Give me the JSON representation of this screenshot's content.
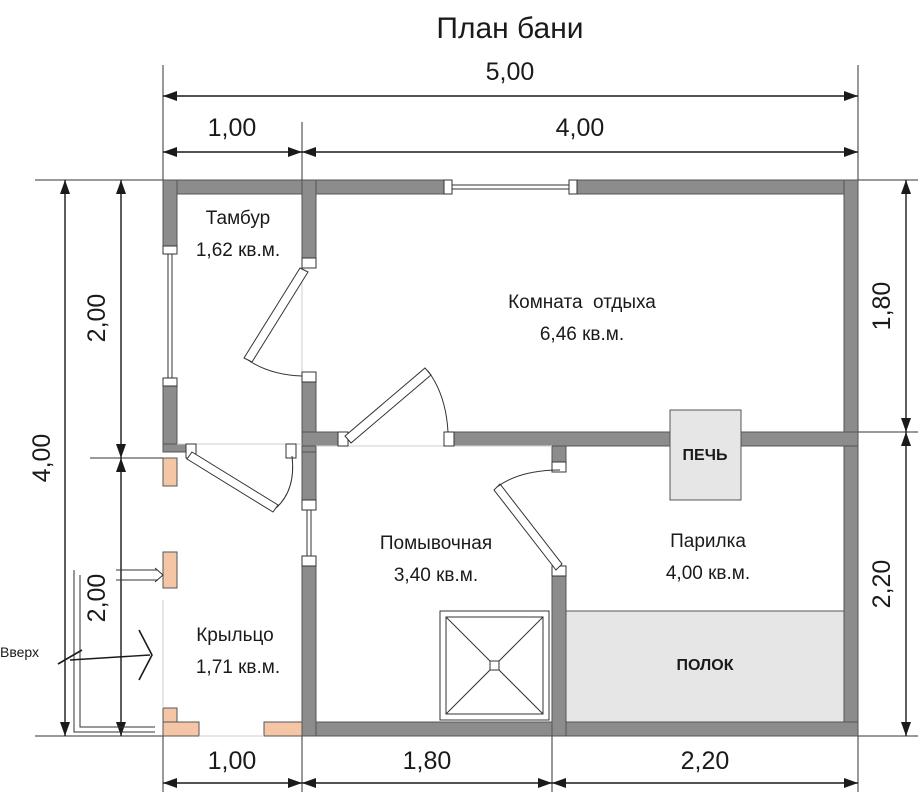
{
  "title": "План бани",
  "dimensions": {
    "top_total": "5,00",
    "top_left": "1,00",
    "top_right": "4,00",
    "left_total": "4,00",
    "left_upper": "2,00",
    "left_lower": "2,00",
    "right_upper": "1,80",
    "right_lower": "2,20",
    "bottom_left": "1,00",
    "bottom_middle": "1,80",
    "bottom_right": "2,20"
  },
  "rooms": {
    "vestibule": {
      "name": "Тамбур",
      "area": "1,62 кв.м."
    },
    "rest_room": {
      "name": "Комната  отдыха",
      "area": "6,46 кв.м."
    },
    "washroom": {
      "name": "Помывочная",
      "area": "3,40 кв.м."
    },
    "steam_room": {
      "name": "Парилка",
      "area": "4,00 кв.м."
    },
    "porch": {
      "name": "Крыльцо",
      "area": "1,71 кв.м."
    }
  },
  "fixtures": {
    "stove": "ПЕЧЬ",
    "bench": "ПОЛОК"
  },
  "stairs_label": "Вверх",
  "colors": {
    "wall": "#8c8c8c",
    "post": "#f5c6a5",
    "fixture": "#e6e6e6"
  }
}
